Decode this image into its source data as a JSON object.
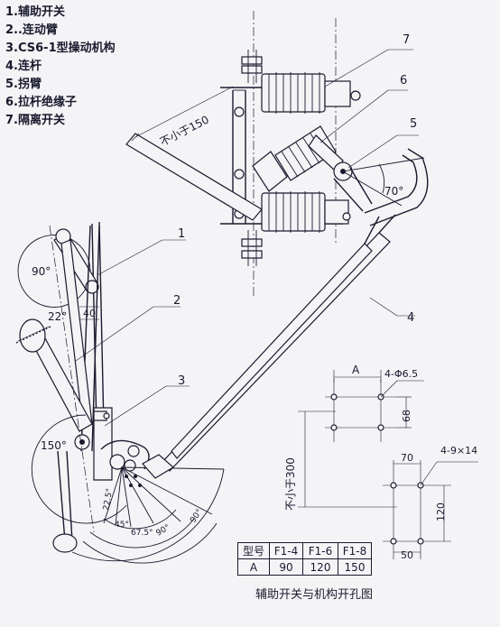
{
  "legend": [
    "1.辅助开关",
    "2..连动臂",
    "3.CS6-1型操动机构",
    "4.连杆",
    "5.拐臂",
    "6.拉杆绝缘子",
    "7.隔离开关"
  ],
  "callouts": [
    "1",
    "2",
    "3",
    "4",
    "5",
    "6",
    "7"
  ],
  "annotations": {
    "min_150": "不小于150",
    "min_300": "不小于300",
    "angle_90": "90°",
    "angle_22": "22°",
    "dim_40": "40",
    "angle_150": "150°",
    "angle_70": "70°",
    "scale_labels": [
      "22.5°",
      "45°",
      "67.5°",
      "90°",
      "90°"
    ],
    "dim_A": "A",
    "hole_4_phi": "4-Φ6.5",
    "dim_68": "68",
    "hole_4_9x14": "4-9×14",
    "dim_70": "70",
    "dim_120": "120",
    "dim_50": "50"
  },
  "table": {
    "headers": [
      "型号",
      "F1-4",
      "F1-6",
      "F1-8"
    ],
    "row": [
      "A",
      "90",
      "120",
      "150"
    ]
  },
  "caption": "辅助开关与机构开孔图"
}
